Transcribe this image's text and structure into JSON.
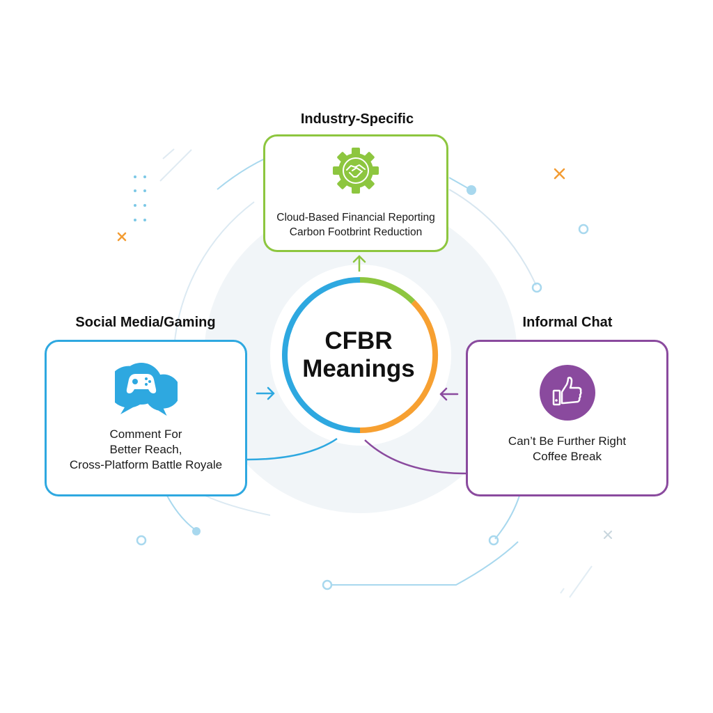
{
  "diagram": {
    "center": {
      "line1": "CFBR",
      "line2": "Meanings",
      "ring_colors": [
        "#8dc63f",
        "#f7a031",
        "#2ea8e0"
      ]
    },
    "categories": [
      {
        "id": "industry",
        "title": "Industry-Specific",
        "icon": "gear-handshake-icon",
        "color": "#8dc63f",
        "lines": [
          "Cloud-Based Financial Reporting",
          "Carbon Footbrint Reduction"
        ]
      },
      {
        "id": "social",
        "title": "Social Media/Gaming",
        "icon": "chat-gamepad-icon",
        "color": "#2ea8e0",
        "lines": [
          "Comment For",
          "Better Reach,",
          "Cross-Platform Battle Royale"
        ]
      },
      {
        "id": "informal",
        "title": "Informal Chat",
        "icon": "thumbs-up-icon",
        "color": "#8a4a9e",
        "lines": [
          "Can’t Be Further Right",
          "Coffee Break"
        ]
      }
    ],
    "accent_colors": {
      "decor_blue": "#a8d8ee",
      "decor_orange": "#f39c33",
      "halo": "#eef3f7"
    }
  }
}
